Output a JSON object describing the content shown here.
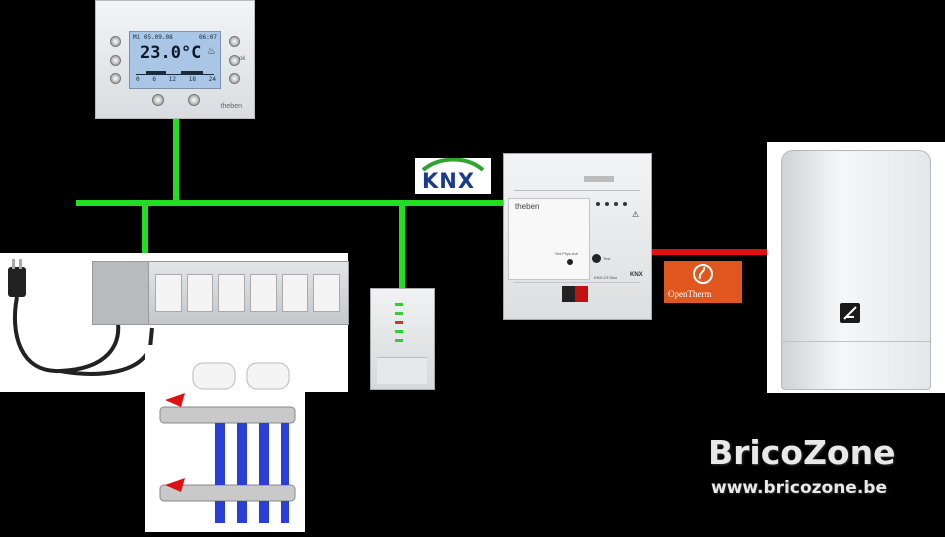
{
  "thermostat": {
    "date": "Mi 05.09.08",
    "time": "06:07",
    "temperature": "23.0°C",
    "scale": [
      "0",
      "6",
      "12",
      "18",
      "24"
    ],
    "ok_label": "ok",
    "brand": "theben"
  },
  "knx_logo": {
    "text": "KNX"
  },
  "gateway": {
    "brand": "theben",
    "model": "KNX-OT-Box",
    "prog_label": "Set Phys Adr",
    "test_label": "Test",
    "knx_mark": "KNX"
  },
  "opentherm": {
    "text": "OpenTherm"
  },
  "watermark": {
    "name": "BricoZone",
    "url": "www.bricozone.be"
  },
  "colors": {
    "bus": "#22dd22",
    "opentherm_link": "#e01010",
    "background": "#000000"
  }
}
